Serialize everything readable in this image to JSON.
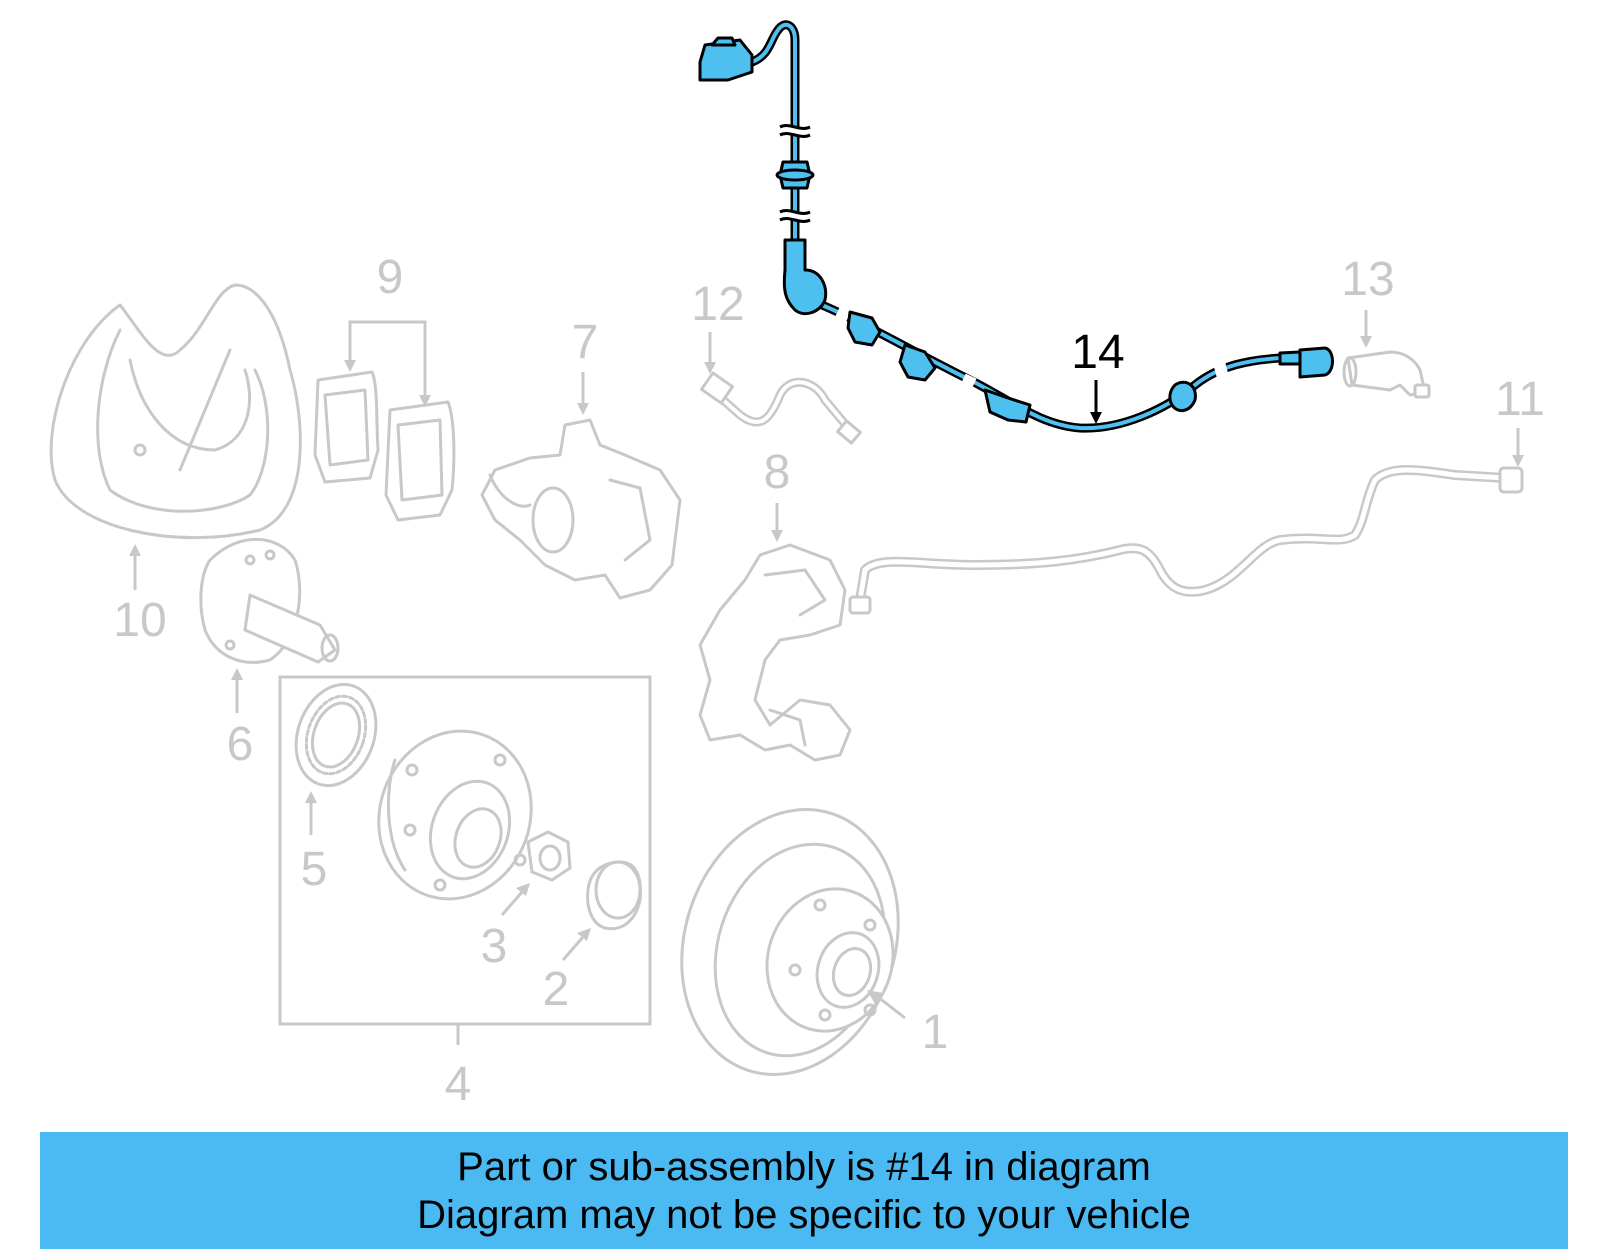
{
  "diagram": {
    "highlighted_part": "14",
    "callouts": [
      "1",
      "2",
      "3",
      "4",
      "5",
      "6",
      "7",
      "8",
      "9",
      "10",
      "11",
      "12",
      "13",
      "14"
    ],
    "highlight_color": "#4dc0f0",
    "ghost_color": "#c8c8c8"
  },
  "banner": {
    "line1": "Part or sub-assembly is #14 in diagram",
    "line2": "Diagram may not be specific to your vehicle",
    "background": "#4cbaf2"
  }
}
